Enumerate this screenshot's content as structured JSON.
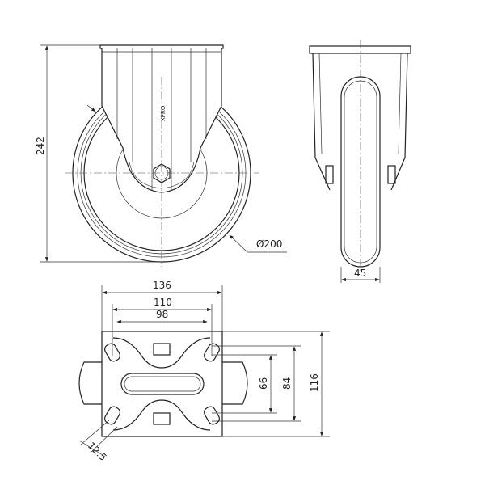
{
  "title": "Fixed castor wheel technical drawing",
  "dimensions": {
    "height": "242",
    "wheel_diameter": "Ø200",
    "wheel_width": "45",
    "plate_length": "136",
    "hole_spacing_outer": "110",
    "hole_spacing_inner": "98",
    "plate_width": "116",
    "hole_spacing_width_outer": "84",
    "hole_spacing_width_inner": "66",
    "slot_width": "12.5"
  },
  "colors": {
    "line": "#222222",
    "background": "#ffffff"
  }
}
